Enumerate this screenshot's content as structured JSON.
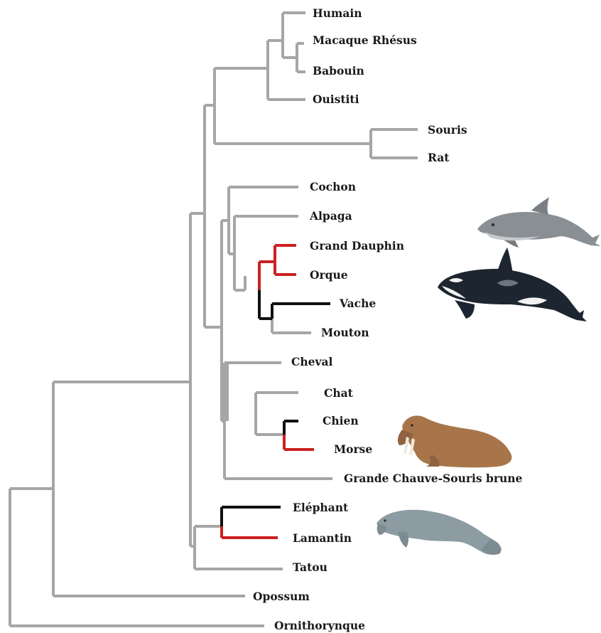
{
  "taxa": {
    "humain": "Humain",
    "macaque": "Macaque Rhésus",
    "babouin": "Babouin",
    "ouistiti": "Ouistiti",
    "souris": "Souris",
    "rat": "Rat",
    "cochon": "Cochon",
    "alpaga": "Alpaga",
    "grand_dauphin": "Grand Dauphin",
    "orque": "Orque",
    "vache": "Vache",
    "mouton": "Mouton",
    "cheval": "Cheval",
    "chat": "Chat",
    "chien": "Chien",
    "morse": "Morse",
    "chauve_souris": "Grande Chauve-Souris brune",
    "elephant": "Eléphant",
    "lamantin": "Lamantin",
    "tatou": "Tatou",
    "opossum": "Opossum",
    "ornithorynque": "Ornithorynque"
  },
  "colors": {
    "branch_default": "#a6a6a6",
    "branch_highlight_red": "#cc2020",
    "branch_highlight_black": "#111111"
  },
  "illustrations": [
    "dolphin-illustration",
    "orca-illustration",
    "walrus-illustration",
    "manatee-illustration"
  ]
}
